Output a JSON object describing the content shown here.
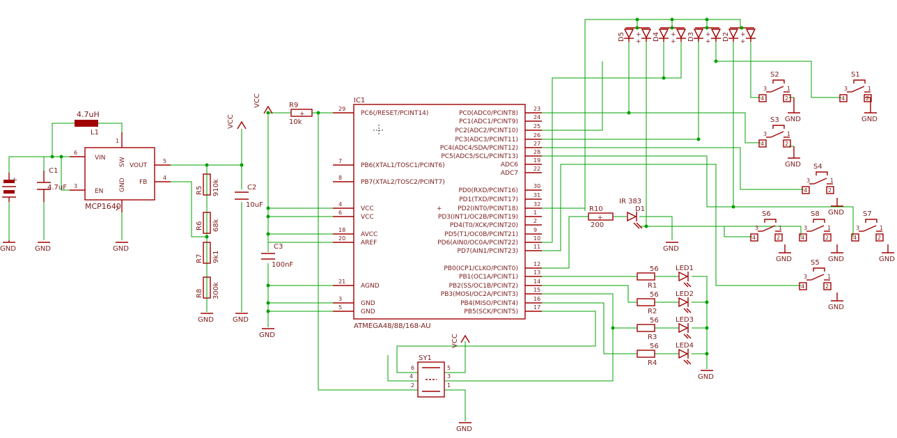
{
  "ic1": {
    "name": "IC1",
    "value": "ATMEGA48/88/168-AU",
    "left_pins": [
      {
        "num": "29",
        "label": "PC6(/RESET/PCINT14)"
      },
      {
        "num": "7",
        "label": "PB6(XTAL1/TOSC1/PCINT6)"
      },
      {
        "num": "8",
        "label": "PB7(XTAL2/TOSC2/PCINT7)"
      },
      {
        "num": "4",
        "label": "VCC"
      },
      {
        "num": "6",
        "label": "VCC"
      },
      {
        "num": "18",
        "label": "AVCC"
      },
      {
        "num": "20",
        "label": "AREF"
      },
      {
        "num": "21",
        "label": "AGND"
      },
      {
        "num": "3",
        "label": "GND"
      },
      {
        "num": "5",
        "label": "GND"
      }
    ],
    "right_pins": [
      {
        "num": "23",
        "label": "PC0(ADC0/PCINT8)"
      },
      {
        "num": "24",
        "label": "PC1(ADC1/PCINT9)"
      },
      {
        "num": "25",
        "label": "PC2(ADC2/PCINT10)"
      },
      {
        "num": "26",
        "label": "PC3(ADC3/PCINT11)"
      },
      {
        "num": "27",
        "label": "PC4(ADC4/SDA/PCINT12)"
      },
      {
        "num": "28",
        "label": "PC5(ADC5/SCL/PCINT13)"
      },
      {
        "num": "19",
        "label": "ADC6"
      },
      {
        "num": "22",
        "label": "ADC7"
      },
      {
        "num": "30",
        "label": "PD0(RXD/PCINT16)"
      },
      {
        "num": "31",
        "label": "PD1(TXD/PCINT17)"
      },
      {
        "num": "32",
        "label": "PD2(INT0/PCINT18)"
      },
      {
        "num": "1",
        "label": "PD3(INT1/OC2B/PCINT19)"
      },
      {
        "num": "2",
        "label": "PD4(T0/XCK/PCINT20)"
      },
      {
        "num": "9",
        "label": "PD5(T1/OC0B/PCINT21)"
      },
      {
        "num": "10",
        "label": "PD6(AIN0/OC0A/PCINT22)"
      },
      {
        "num": "11",
        "label": "PD7(AIN1/PCINT23)"
      },
      {
        "num": "12",
        "label": "PB0(ICP1/CLKO/PCINT0)"
      },
      {
        "num": "13",
        "label": "PB1(OC1A/PCINT1)"
      },
      {
        "num": "14",
        "label": "PB2(SS/OC1B/PCINT2)"
      },
      {
        "num": "15",
        "label": "PB3(MOSI/OC2A/PCINT3)"
      },
      {
        "num": "16",
        "label": "PB4(MISO/PCINT4)"
      },
      {
        "num": "17",
        "label": "PB5(SCK/PCINT5)"
      }
    ]
  },
  "mcp": {
    "name": "MCP1640",
    "pins": {
      "vin": "VIN",
      "en": "EN",
      "sw": "SW",
      "gnd": "GND",
      "vout": "VOUT",
      "fb": "FB"
    },
    "pin_nums": {
      "vin": "6",
      "en": "3",
      "sw": "1",
      "gnd": "2",
      "vout": "5",
      "fb": "4"
    }
  },
  "l1": {
    "name": "L1",
    "value": "4.7uH"
  },
  "c1": {
    "name": "C1",
    "value": "4.7uF"
  },
  "c2": {
    "name": "C2",
    "value": "10uF"
  },
  "c3": {
    "name": "C3",
    "value": "100nF"
  },
  "r5": {
    "name": "R5",
    "value": "910k"
  },
  "r6": {
    "name": "R6",
    "value": "68k"
  },
  "r7": {
    "name": "R7",
    "value": "9k1"
  },
  "r8": {
    "name": "R8",
    "value": "300k"
  },
  "r9": {
    "name": "R9",
    "value": "10k"
  },
  "r10": {
    "name": "R10",
    "value": "200"
  },
  "d1": {
    "name": "D1",
    "value": "IR 383"
  },
  "leds": [
    {
      "name": "LED1",
      "r_name": "R1",
      "r_value": "56"
    },
    {
      "name": "LED2",
      "r_name": "R2",
      "r_value": "56"
    },
    {
      "name": "LED3",
      "r_name": "R3",
      "r_value": "56"
    },
    {
      "name": "LED4",
      "r_name": "R4",
      "r_value": "56"
    }
  ],
  "diodes": [
    "D5",
    "D4",
    "D3",
    "D2"
  ],
  "switches": [
    "S1",
    "S2",
    "S3",
    "S4",
    "S5",
    "S6",
    "S7",
    "S8"
  ],
  "switch_pins": {
    "p1": "1",
    "p2": "2",
    "p3": "3",
    "p4": "4"
  },
  "sy1": {
    "name": "SY1",
    "pins": [
      "6",
      "5",
      "4",
      "3",
      "2",
      "1"
    ]
  },
  "gnd": "GND",
  "vcc": "VCC",
  "plus": "+"
}
